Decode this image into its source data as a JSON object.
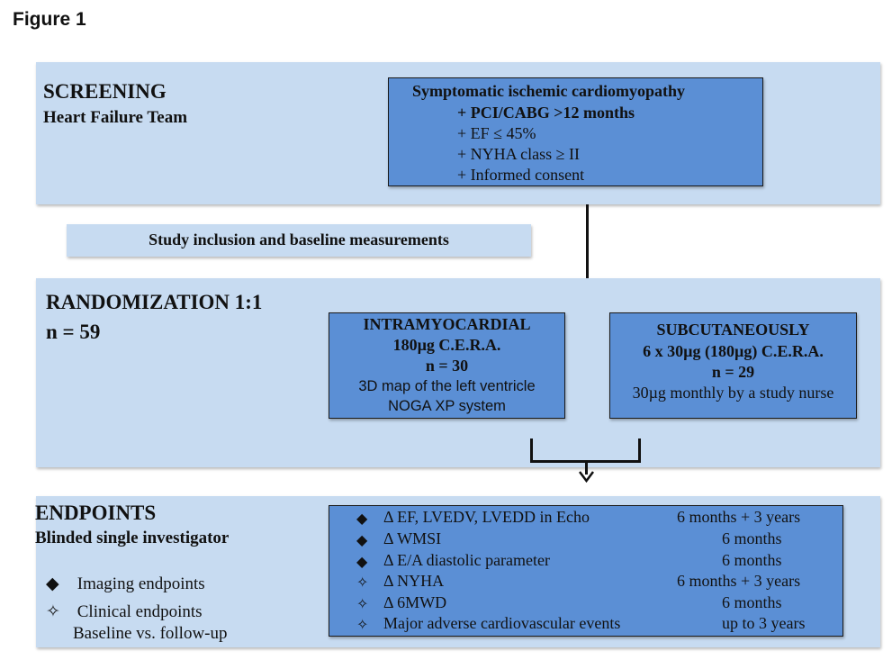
{
  "figure_title": "Figure 1",
  "screening": {
    "title": "SCREENING",
    "subtitle": "Heart Failure Team",
    "criteria": [
      "Symptomatic ischemic cardiomyopathy",
      "+ PCI/CABG >12 months",
      "+ EF ≤ 45%",
      "+ NYHA class ≥ II",
      "+ Informed consent"
    ]
  },
  "inclusion": {
    "label": "Study inclusion and baseline measurements"
  },
  "randomization": {
    "title": "RANDOMIZATION 1:1",
    "n": "n = 59",
    "arm_left": {
      "title": "INTRAMYOCARDIAL",
      "dose": "180µg C.E.R.A.",
      "n": "n = 30",
      "detail1": "3D map of the left ventricle",
      "detail2": "NOGA XP system"
    },
    "arm_right": {
      "title": "SUBCUTANEOUSLY",
      "dose": "6 x 30µg (180µg) C.E.R.A.",
      "n": "n = 29",
      "detail1": "30µg monthly by a study nurse"
    }
  },
  "endpoints": {
    "title": "ENDPOINTS",
    "subtitle": "Blinded single investigator",
    "legend": [
      {
        "icon": "diamond-icon",
        "symbol": "◆",
        "label": "Imaging endpoints"
      },
      {
        "icon": "star-outline-icon",
        "symbol": "✧",
        "label": "Clinical endpoints"
      }
    ],
    "legend_note": "Baseline vs. follow-up",
    "items": [
      {
        "symbol": "◆",
        "label": "Δ EF, LVEDV, LVEDD in Echo",
        "time": "6 months + 3 years"
      },
      {
        "symbol": "◆",
        "label": "Δ WMSI",
        "time": "6 months"
      },
      {
        "symbol": "◆",
        "label": "Δ E/A diastolic parameter",
        "time": "6 months"
      },
      {
        "symbol": "✧",
        "label": "Δ NYHA",
        "time": "6 months + 3 years"
      },
      {
        "symbol": "✧",
        "label": "Δ 6MWD",
        "time": "6 months"
      },
      {
        "symbol": "✧",
        "label": "Major adverse cardiovascular events",
        "time": "up to 3 years"
      }
    ]
  },
  "colors": {
    "section_bg": "#c7dbf1",
    "box_bg": "#5b8fd5",
    "line": "#111111"
  }
}
